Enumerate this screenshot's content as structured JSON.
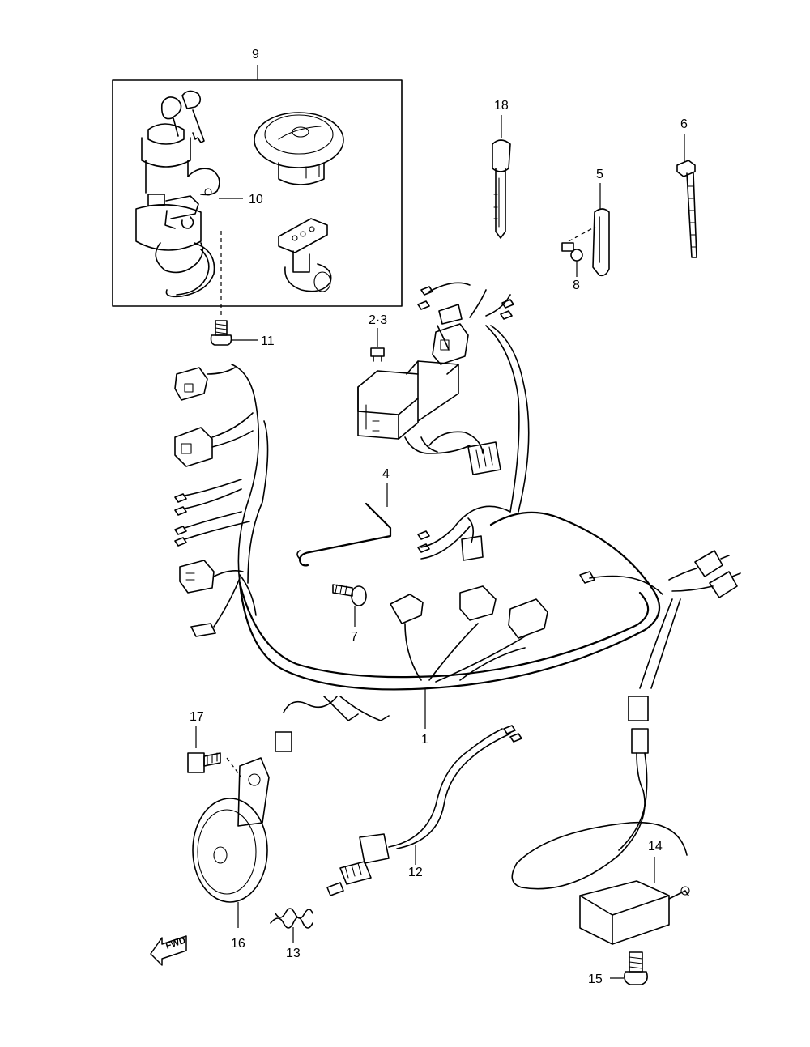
{
  "callouts": {
    "c1": "1",
    "c2_3": "2·3",
    "c4": "4",
    "c5": "5",
    "c6": "6",
    "c7": "7",
    "c8": "8",
    "c9": "9",
    "c10": "10",
    "c11": "11",
    "c12": "12",
    "c13": "13",
    "c14": "14",
    "c15": "15",
    "c16": "16",
    "c17": "17",
    "c18": "18"
  },
  "direction_marker": {
    "label": "FWD",
    "icon": "forward-arrow-icon"
  },
  "colors": {
    "line": "#000000",
    "background": "#ffffff"
  }
}
